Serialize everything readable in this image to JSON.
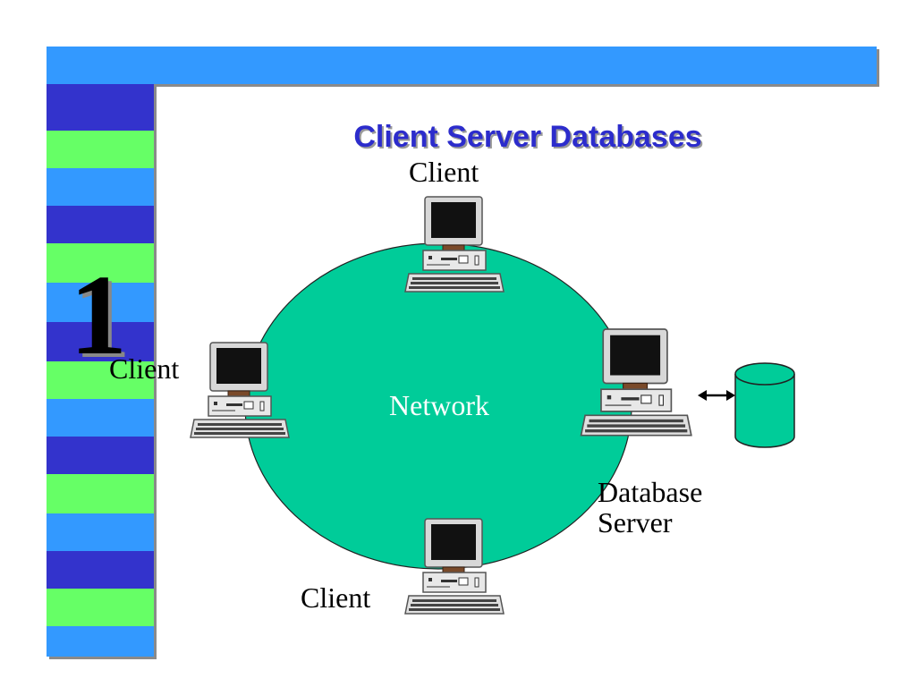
{
  "slide": {
    "title": "Client Server Databases",
    "slide_number": "1"
  },
  "colors": {
    "top_bar": "#3399ff",
    "stripe_dark": "#3333cc",
    "stripe_green": "#66ff66",
    "stripe_light": "#3399ff",
    "network": "#00cc99",
    "title_text": "#2c2ccc"
  },
  "diagram": {
    "network_label": "Network",
    "clients": {
      "top": "Client",
      "left": "Client",
      "bottom": "Client"
    },
    "server": {
      "line1": "Database",
      "line2": "Server"
    },
    "icons": [
      "desktop-computer-icon",
      "database-cylinder-icon",
      "double-arrow-icon"
    ]
  }
}
